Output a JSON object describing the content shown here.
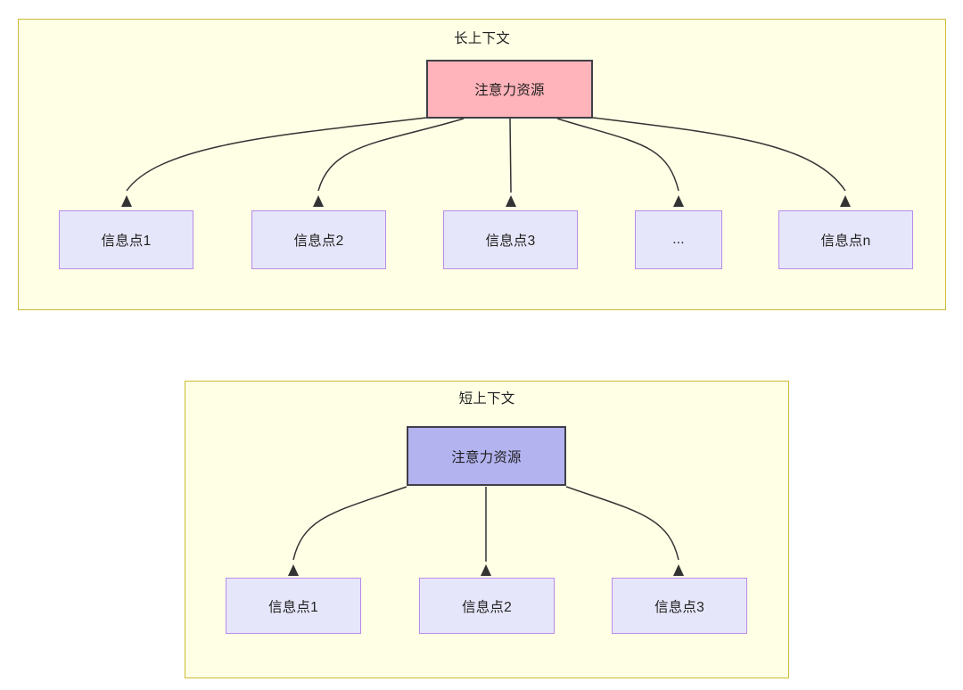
{
  "diagram": {
    "type": "flow-diagram",
    "panels": [
      {
        "id": "long-context",
        "title": "长上下文",
        "root": {
          "label": "注意力资源",
          "fill": "#ffb3ba",
          "stroke": "#3f3f46"
        },
        "children": [
          {
            "label": "信息点1",
            "fill": "#e6e6fa",
            "stroke": "#b88ce8"
          },
          {
            "label": "信息点2",
            "fill": "#e6e6fa",
            "stroke": "#b88ce8"
          },
          {
            "label": "信息点3",
            "fill": "#e6e6fa",
            "stroke": "#b88ce8"
          },
          {
            "label": "...",
            "fill": "#e6e6fa",
            "stroke": "#b88ce8"
          },
          {
            "label": "信息点n",
            "fill": "#e6e6fa",
            "stroke": "#b88ce8"
          }
        ],
        "panel_fill": "#ffffe6",
        "panel_stroke": "#ccbb34"
      },
      {
        "id": "short-context",
        "title": "短上下文",
        "root": {
          "label": "注意力资源",
          "fill": "#b3b3f0",
          "stroke": "#3f3f46"
        },
        "children": [
          {
            "label": "信息点1",
            "fill": "#e6e6fa",
            "stroke": "#b88ce8"
          },
          {
            "label": "信息点2",
            "fill": "#e6e6fa",
            "stroke": "#b88ce8"
          },
          {
            "label": "信息点3",
            "fill": "#e6e6fa",
            "stroke": "#b88ce8"
          }
        ],
        "panel_fill": "#ffffe6",
        "panel_stroke": "#ccbb34"
      }
    ],
    "edge_color": "#333333",
    "background": "#ffffff"
  }
}
